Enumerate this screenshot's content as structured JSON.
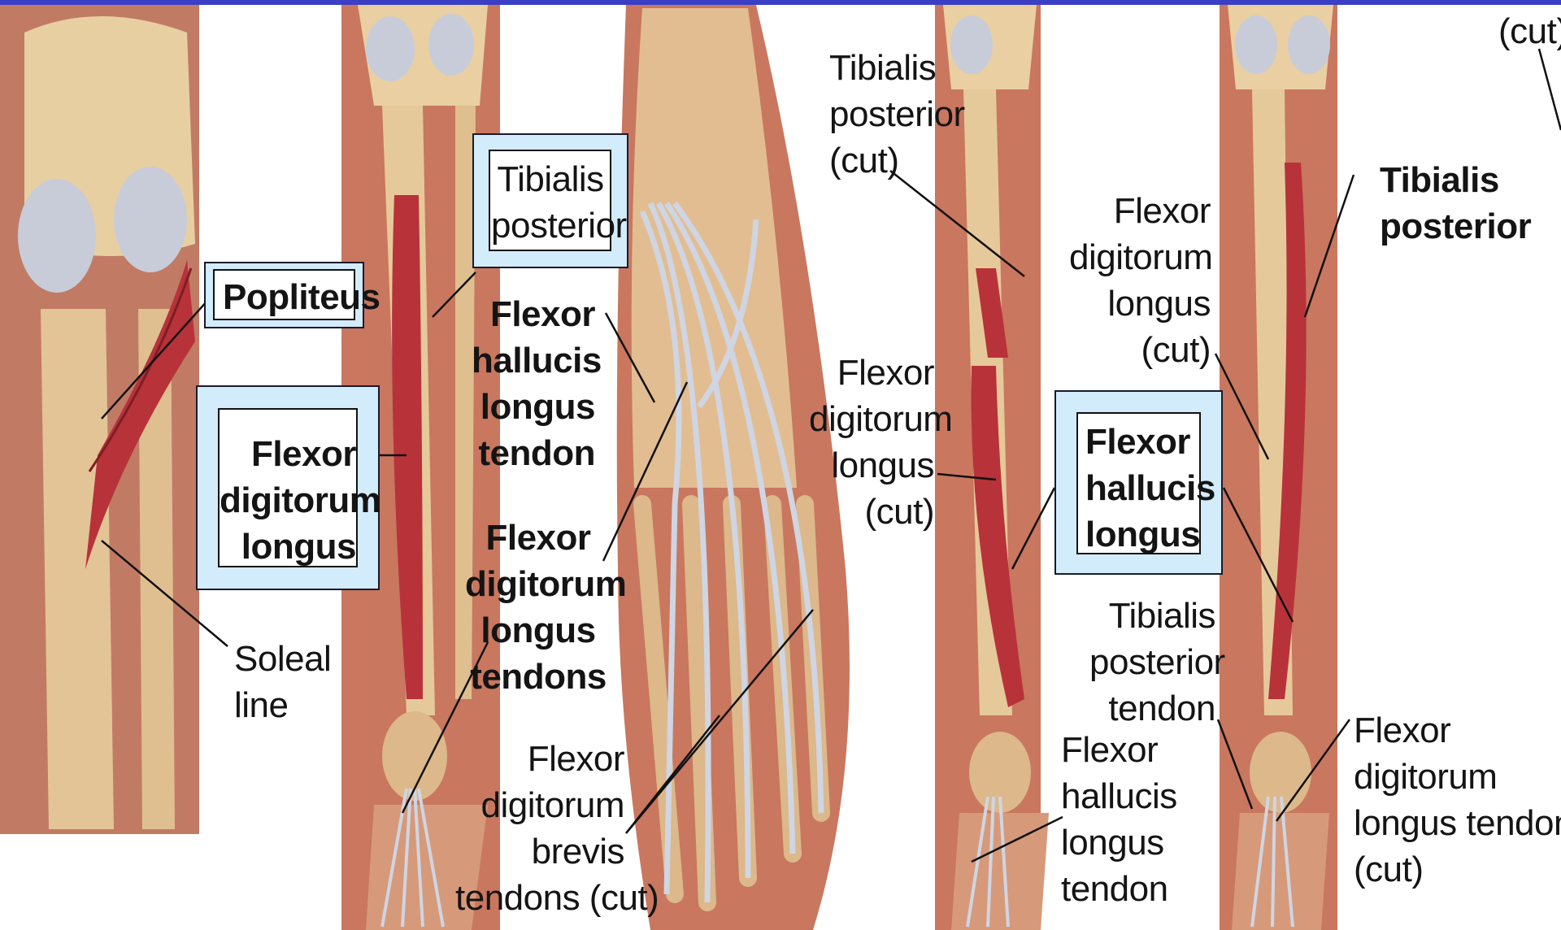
{
  "colors": {
    "top_bar": "#3b3fc6",
    "highlight_fill": "#d2ecfb",
    "muscle": "#b8323a",
    "skin": "#c9775f",
    "bone": "#e9cfa2",
    "tendon": "#c9d0de"
  },
  "labels": {
    "popliteus": "Popliteus",
    "fdl_left": [
      "Flexor",
      "digitorum",
      "longus"
    ],
    "soleal_line": [
      "Soleal",
      "line"
    ],
    "tibialis_posterior_boxed": [
      "Tibialis",
      "posterior"
    ],
    "fhl_tendon": [
      "Flexor",
      "hallucis",
      "longus",
      "tendon"
    ],
    "fdl_tendons": [
      "Flexor",
      "digitorum",
      "longus",
      "tendons"
    ],
    "fdb_tendons": [
      "Flexor",
      "digitorum",
      "brevis",
      "tendons (cut)"
    ],
    "tibialis_posterior_cut": [
      "Tibialis",
      "posterior",
      "(cut)"
    ],
    "fdl_cut_middle": [
      "Flexor",
      "digitorum",
      "longus",
      "(cut)"
    ],
    "fdl_cut_right": [
      "Flexor",
      "digitorum",
      "longus",
      "(cut)"
    ],
    "fhl_boxed": [
      "Flexor",
      "hallucis",
      "longus"
    ],
    "tibialis_posterior_tendon": [
      "Tibialis",
      "posterior",
      "tendon"
    ],
    "fhl_tendon_right": [
      "Flexor",
      "hallucis",
      "longus",
      "tendon"
    ],
    "tibialis_posterior_bold": [
      "Tibialis",
      "posterior"
    ],
    "fdl_tendons_cut": [
      "Flexor",
      "digitorum",
      "longus tendons",
      "(cut)"
    ],
    "cut_top_right": "(cut)"
  }
}
